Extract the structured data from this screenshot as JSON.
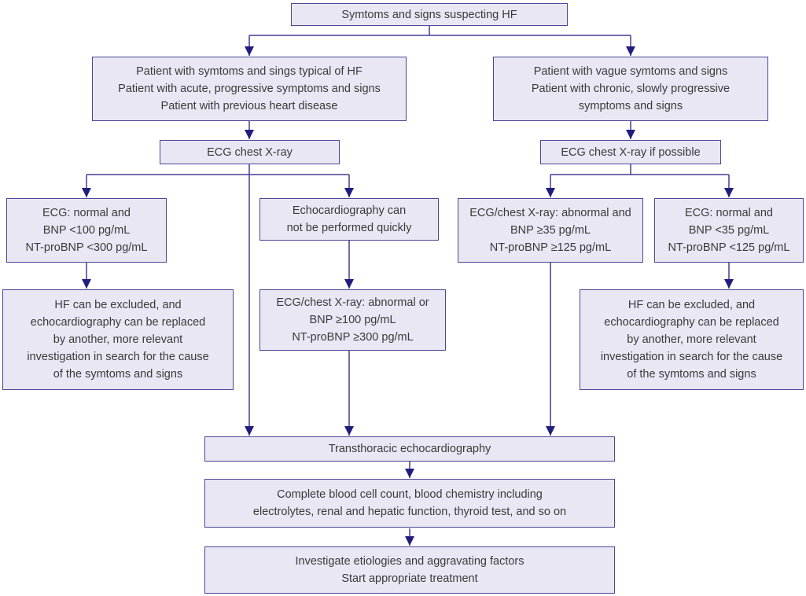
{
  "diagram": {
    "type": "flowchart",
    "colors": {
      "box_fill": "#e9e7f3",
      "box_border": "#4d4596",
      "connector": "#443d92",
      "arrowhead": "#201d7d",
      "text": "#3a3a3a"
    },
    "nodes": {
      "start": {
        "label": "Symtoms and signs suspecting HF"
      },
      "patient_typical": {
        "label": "Patient with symtoms and sings typical of HF\nPatient with acute, progressive symptoms and signs\nPatient with previous heart disease"
      },
      "patient_vague": {
        "label": "Patient with vague symtoms and signs\nPatient with chronic, slowly progressive\nsymptoms and signs"
      },
      "ecg_left": {
        "label": "ECG chest X-ray"
      },
      "ecg_right": {
        "label": "ECG chest X-ray if possible"
      },
      "ecg_normal_100": {
        "label": "ECG: normal and\nBNP <100 pg/mL\nNT-proBNP <300 pg/mL"
      },
      "echo_not_quick": {
        "label": "Echocardiography can\nnot be performed quickly"
      },
      "ecg_abnormal_35": {
        "label": "ECG/chest X-ray: abnormal and\nBNP ≥35 pg/mL\nNT-proBNP ≥125 pg/mL"
      },
      "ecg_normal_35": {
        "label": "ECG: normal and\nBNP <35 pg/mL\nNT-proBNP <125 pg/mL"
      },
      "hf_excluded_left": {
        "label": "HF can be excluded, and\nechocardiography can be replaced\nby another, more relevant\ninvestigation in search for the cause\nof the symtoms and signs"
      },
      "ecg_abnormal_100": {
        "label": "ECG/chest X-ray: abnormal or\nBNP ≥100 pg/mL\nNT-proBNP ≥300 pg/mL"
      },
      "hf_excluded_right": {
        "label": "HF can be excluded, and\nechocardiography can be replaced\nby another, more relevant\ninvestigation in search for the cause\nof the symtoms and signs"
      },
      "tte": {
        "label": "Transthoracic echocardiography"
      },
      "blood_tests": {
        "label": "Complete blood cell count, blood chemistry including\nelectrolytes, renal and hepatic function, thyroid test, and so on"
      },
      "treatment": {
        "label": "Investigate etiologies and aggravating factors\nStart appropriate treatment"
      }
    }
  }
}
